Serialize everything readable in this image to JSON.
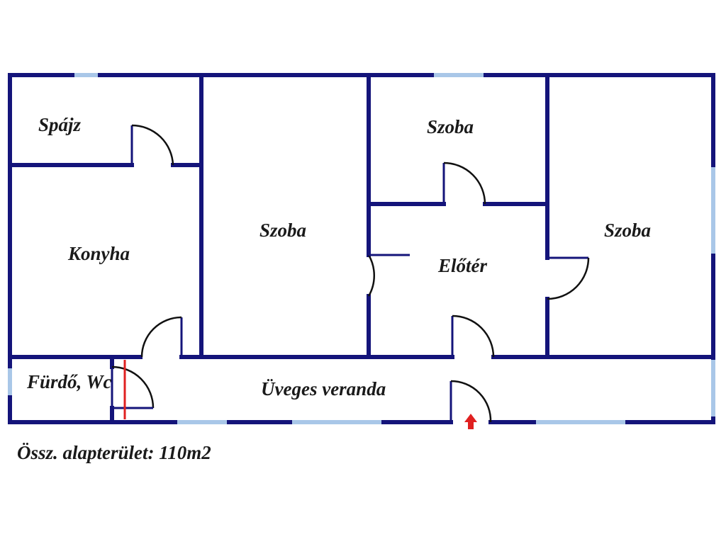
{
  "rooms": {
    "spajz": "Spájz",
    "konyha": "Konyha",
    "szoba_middle": "Szoba",
    "szoba_top": "Szoba",
    "eloter": "Előtér",
    "szoba_right": "Szoba",
    "furdo": "Fürdő, Wc",
    "veranda": "Üveges veranda"
  },
  "total_area": "Össz. alapterület: 110m2",
  "colors": {
    "wall": "#14147a",
    "window": "#a9c7e8",
    "entrance_marker": "#e02020"
  },
  "icons": {
    "entrance": "entrance-arrow-icon"
  }
}
